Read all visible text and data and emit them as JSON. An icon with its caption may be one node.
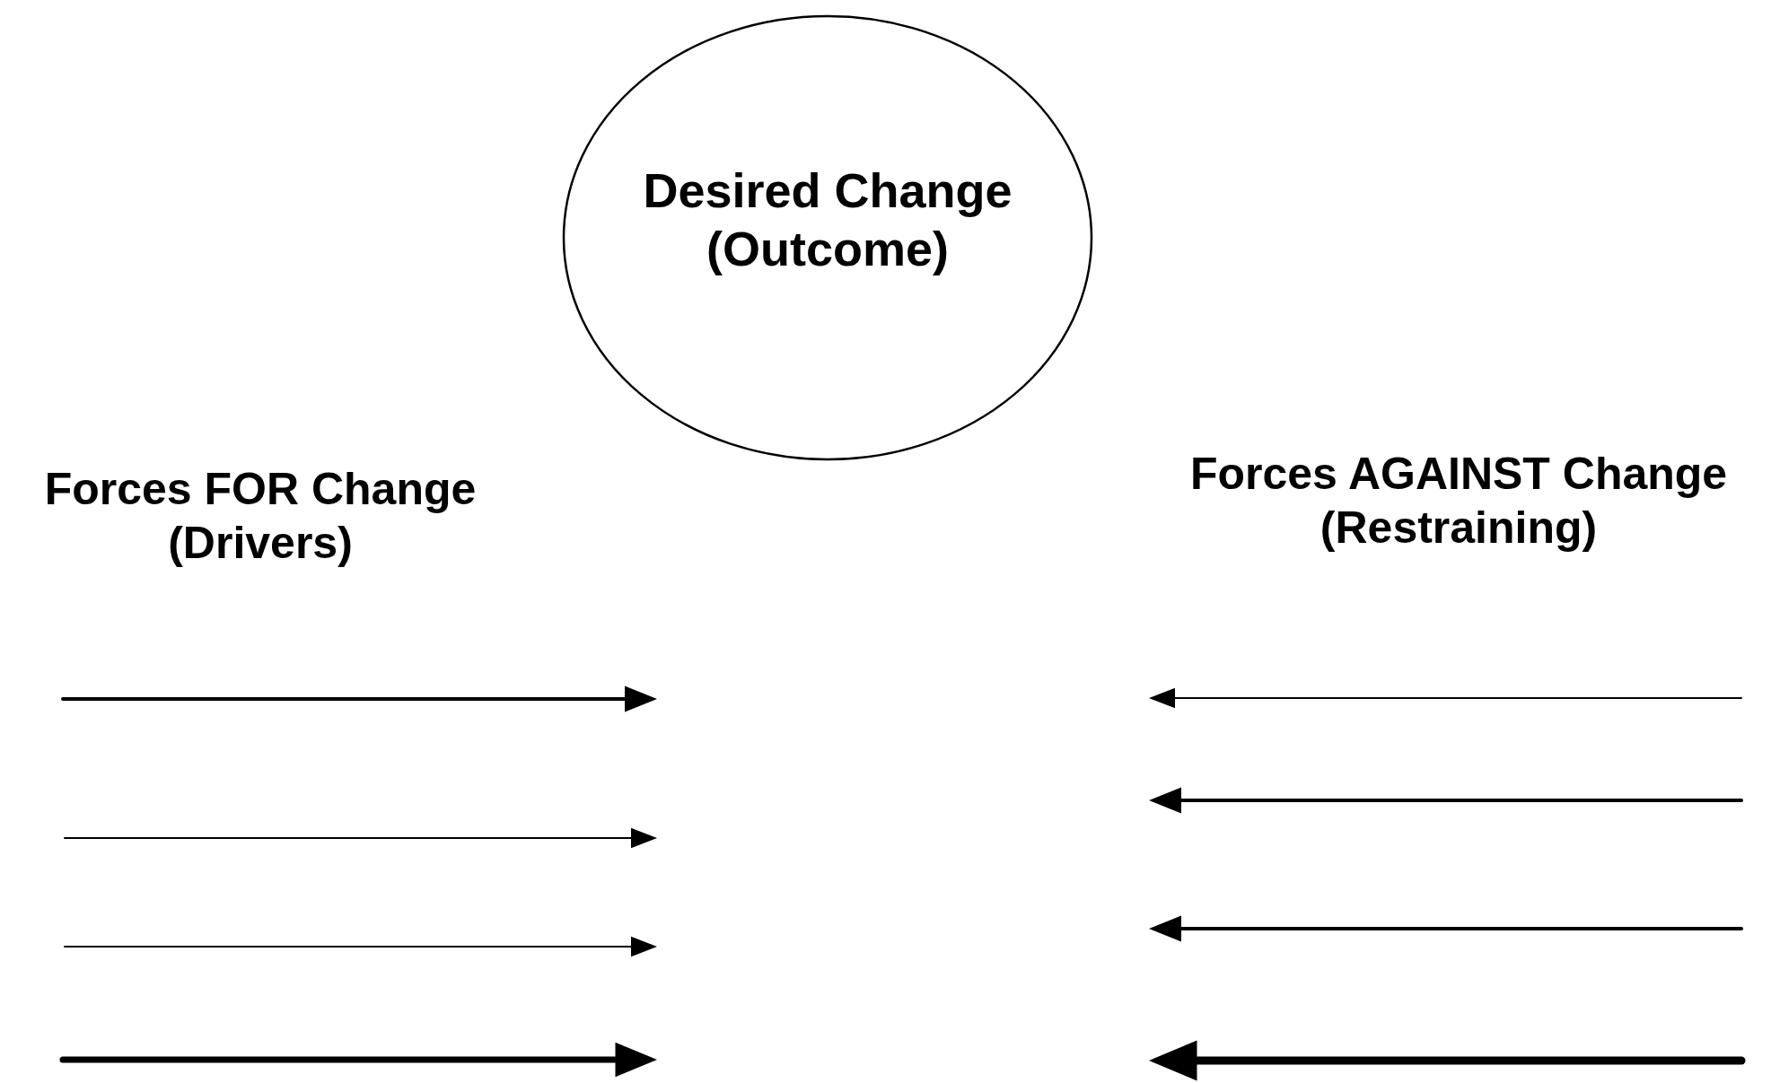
{
  "diagram": {
    "nodes": [
      {
        "text": [
          "Desired Change (Outcome)"
        ]
      }
    ],
    "labels": [
      "Forces FOR Change (Drivers)",
      "Forces AGAINST Change (Restraining)"
    ]
  }
}
